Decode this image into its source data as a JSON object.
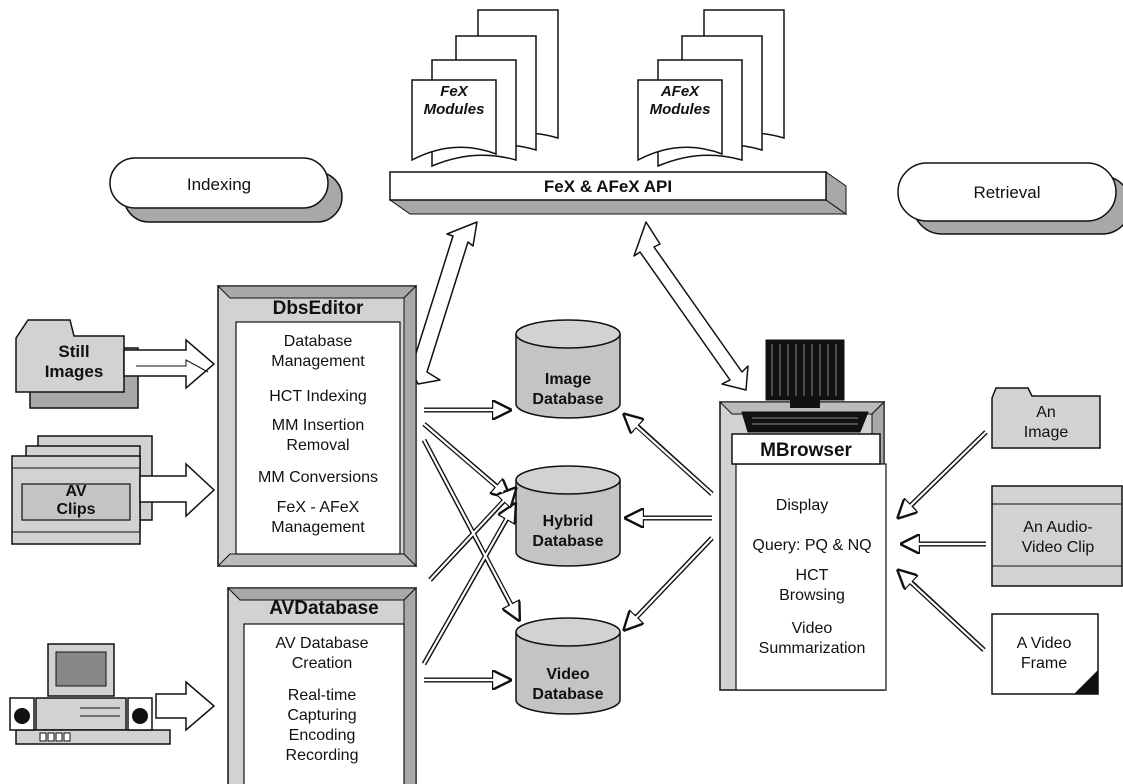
{
  "modules": {
    "fex_line1": "FeX",
    "fex_line2": "Modules",
    "afex_line1": "AFeX",
    "afex_line2": "Modules"
  },
  "api": {
    "label": "FeX & AFeX API"
  },
  "pills": {
    "indexing": "Indexing",
    "retrieval": "Retrieval"
  },
  "dbseditor": {
    "title": "DbsEditor",
    "items": [
      "Database",
      "Management",
      "HCT Indexing",
      "MM Insertion",
      "Removal",
      "MM Conversions",
      "FeX - AFeX",
      "Management"
    ]
  },
  "avdatabase": {
    "title": "AVDatabase",
    "items": [
      "AV Database",
      "Creation",
      "Real-time",
      "Capturing",
      "Encoding",
      "Recording"
    ]
  },
  "databases": {
    "image": [
      "Image",
      "Database"
    ],
    "hybrid": [
      "Hybrid",
      "Database"
    ],
    "video": [
      "Video",
      "Database"
    ]
  },
  "mbrowser": {
    "title": "MBrowser",
    "items": [
      "Display",
      "Query: PQ & NQ",
      "HCT",
      "Browsing",
      "Video",
      "Summarization"
    ]
  },
  "inputs": {
    "still_images": [
      "Still",
      "Images"
    ],
    "av_clips": [
      "AV",
      "Clips"
    ]
  },
  "queries": {
    "image": [
      "An",
      "Image"
    ],
    "audio_video": [
      "An Audio-",
      "Video Clip"
    ],
    "video_frame": [
      "A Video",
      "Frame"
    ]
  },
  "colors": {
    "shadow": "#a8a8a8",
    "gray_fill": "#c4c4c4",
    "dark": "#111111",
    "frame": "#d2d2d2"
  }
}
